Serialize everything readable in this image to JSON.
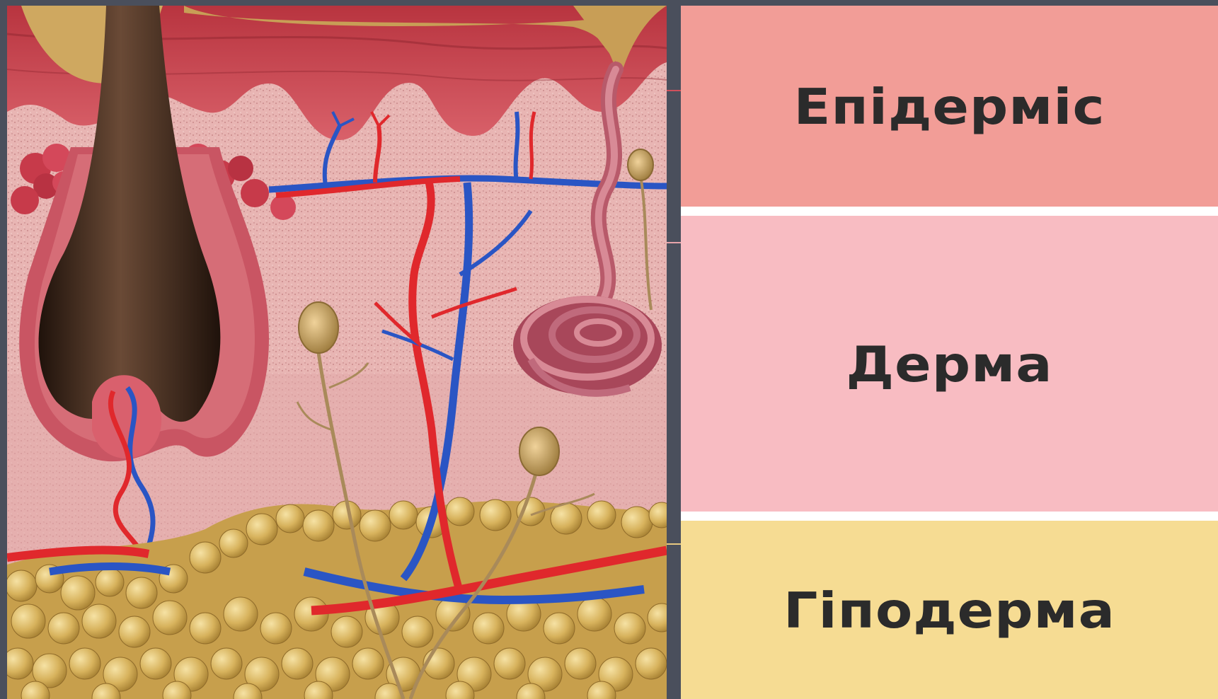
{
  "layers": {
    "epidermis": {
      "label": "Епідерміс",
      "color": "#f29d97"
    },
    "dermis": {
      "label": "Дерма",
      "color": "#f8bcc2"
    },
    "hypodermis": {
      "label": "Гіподерма",
      "color": "#f6dc93"
    }
  },
  "illustration": {
    "subject": "skin cross-section",
    "colors": {
      "epidermis_tissue": "#d0505c",
      "dermis_tissue": "#e6b1b0",
      "fat_tissue": "#d6b35a",
      "hair": "#3b2418",
      "artery": "#e0282c",
      "vein": "#2a55c4",
      "nerve": "#a98a5a"
    }
  }
}
